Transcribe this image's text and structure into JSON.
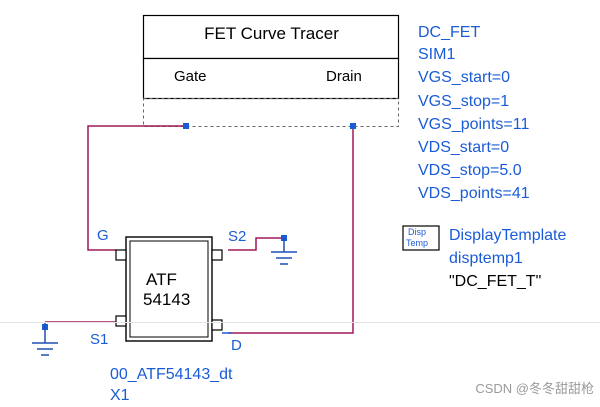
{
  "tracer": {
    "title": "FET Curve Tracer",
    "gate_label": "Gate",
    "drain_label": "Drain"
  },
  "sim": {
    "type": "DC_FET",
    "name": "SIM1",
    "params": [
      "VGS_start=0",
      "VGS_stop=1",
      "VGS_points=11",
      "VDS_start=0",
      "VDS_stop=5.0",
      "VDS_points=41"
    ]
  },
  "display_template": {
    "icon_line1": "Disp",
    "icon_line2": "Temp",
    "type": "DisplayTemplate",
    "name": "disptemp1",
    "value": "\"DC_FET_T\""
  },
  "device": {
    "part_line1": "ATF",
    "part_line2": "54143",
    "model": "00_ATF54143_dt",
    "instance": "X1",
    "pins": {
      "gate": "G",
      "source1": "S1",
      "source2": "S2",
      "drain": "D"
    }
  },
  "watermark": "CSDN @冬冬甜甜枪",
  "colors": {
    "wire": "#a0195a",
    "pin": "#1a5cd6",
    "text_blue": "#1a5cd6",
    "ground": "#1f4fb3"
  }
}
